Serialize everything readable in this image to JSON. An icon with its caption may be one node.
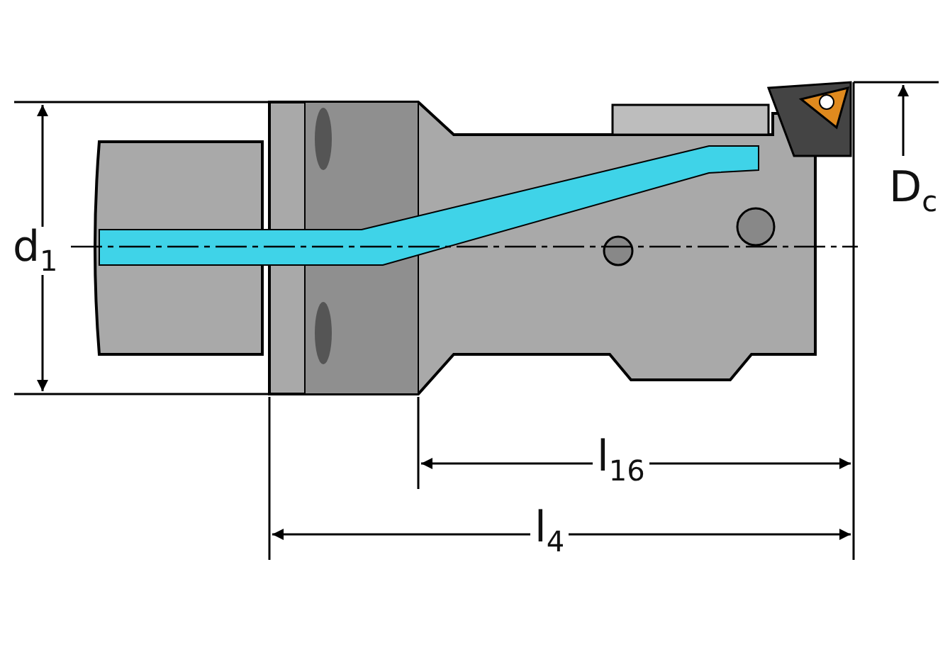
{
  "diagram": {
    "labels": [
      "d$_{1}$",
      "D$_{c}$",
      "l$_{16}$",
      "l$_{4}$"
    ]
  }
}
